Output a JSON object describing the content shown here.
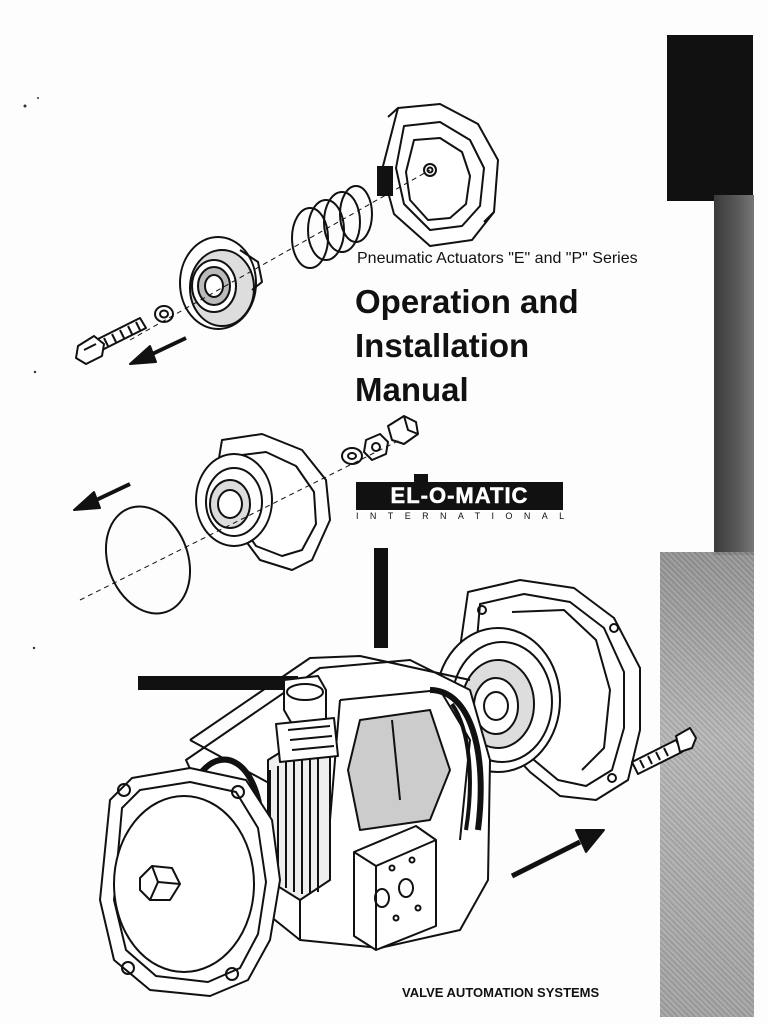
{
  "document": {
    "subtitle": "Pneumatic Actuators \"E\" and \"P\" Series",
    "title_lines": [
      "Operation and",
      "Installation",
      "Manual"
    ],
    "brand": {
      "logo_text": "EL-O-MATIC",
      "logo_subtext": "INTERNATIONAL"
    },
    "footer": "VALVE AUTOMATION SYSTEMS"
  },
  "illustration": {
    "subject": "exploded-pneumatic-actuator",
    "line_color": "#111111"
  }
}
